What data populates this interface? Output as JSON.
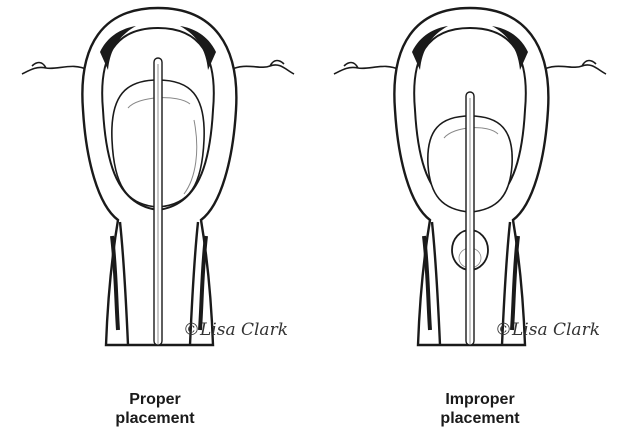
{
  "panels": [
    {
      "id": "proper",
      "caption_line1": "Proper",
      "caption_line2": "placement",
      "balloon_position": "inside uterine cavity"
    },
    {
      "id": "improper",
      "caption_line1": "Improper",
      "caption_line2": "placement",
      "balloon_position": "low in cavity, herniating into cervical canal"
    }
  ],
  "signature": "©Lisa Clark",
  "colors": {
    "ink": "#1a1a1a",
    "background": "#ffffff"
  }
}
